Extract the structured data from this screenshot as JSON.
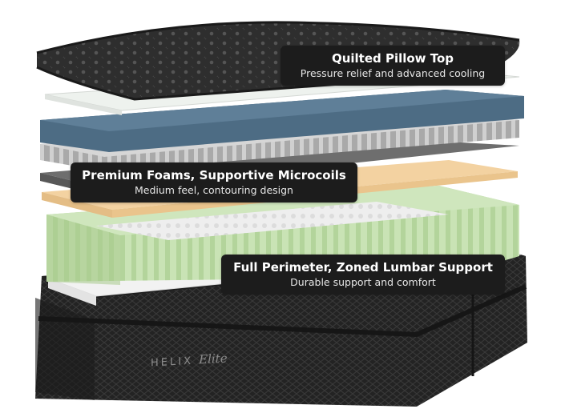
{
  "image": {
    "subject": "mattress-layers-exploded-view"
  },
  "callouts": [
    {
      "title": "Quilted Pillow Top",
      "subtitle": "Pressure relief and advanced cooling"
    },
    {
      "title": "Premium Foams, Supportive Microcoils",
      "subtitle": "Medium feel, contouring design"
    },
    {
      "title": "Full Perimeter, Zoned Lumbar Support",
      "subtitle": "Durable support and comfort"
    }
  ],
  "brand": {
    "wordmark": "HELIX",
    "script": "Elite"
  },
  "colors": {
    "pillow_top": "#2d2d2d",
    "white_foam": "#eef1ee",
    "blue_foam": "#4f6e86",
    "microcoils": "#b8b8b8",
    "gray_foam": "#6c6c6c",
    "orange_foam": "#f2cf9c",
    "green_coils": "#b6d79f",
    "base": "#262626",
    "callout_bg": "#1c1c1c"
  }
}
